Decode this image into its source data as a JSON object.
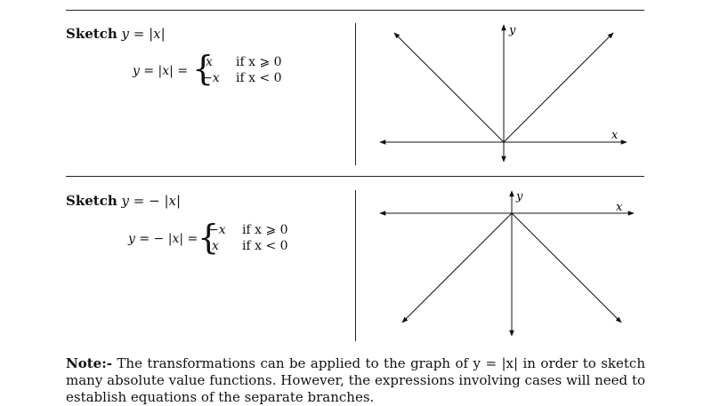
{
  "section1": {
    "heading_word": "Sketch",
    "heading_expr": "y = |x|",
    "lhs": "y = |x| =",
    "case1_expr": "x",
    "case1_cond": "if x ⩾ 0",
    "case2_expr": "−x",
    "case2_cond": "if x < 0",
    "graph": {
      "x_label": "x",
      "y_label": "y"
    }
  },
  "section2": {
    "heading_word": "Sketch",
    "heading_expr": "y = − |x|",
    "lhs": "y = − |x| =",
    "case1_expr": "−x",
    "case1_cond": "if x ⩾ 0",
    "case2_expr": "x",
    "case2_cond": "if x < 0",
    "graph": {
      "x_label": "x",
      "y_label": "y"
    }
  },
  "note": {
    "label": "Note:-",
    "text": "The transformations can be applied to the graph of y = |x| in order to sketch many absolute value functions. However, the expressions involving cases will need to establish equations of the separate branches."
  }
}
